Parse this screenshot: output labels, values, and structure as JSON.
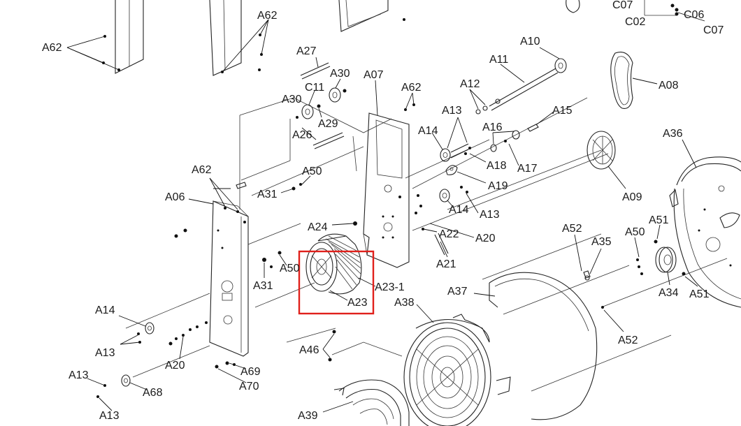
{
  "diagram": {
    "labels": [
      {
        "id": "A62-topleft",
        "text": "A62"
      },
      {
        "id": "A62-top",
        "text": "A62"
      },
      {
        "id": "C07-top",
        "text": "C07"
      },
      {
        "id": "C02",
        "text": "C02"
      },
      {
        "id": "C06",
        "text": "C06"
      },
      {
        "id": "C07-right",
        "text": "C07"
      },
      {
        "id": "A27",
        "text": "A27"
      },
      {
        "id": "A30-right",
        "text": "A30"
      },
      {
        "id": "C11",
        "text": "C11"
      },
      {
        "id": "A30-left",
        "text": "A30"
      },
      {
        "id": "A29",
        "text": "A29"
      },
      {
        "id": "A26",
        "text": "A26"
      },
      {
        "id": "A07",
        "text": "A07"
      },
      {
        "id": "A62-mid",
        "text": "A62"
      },
      {
        "id": "A10",
        "text": "A10"
      },
      {
        "id": "A11",
        "text": "A11"
      },
      {
        "id": "A08",
        "text": "A08"
      },
      {
        "id": "A12",
        "text": "A12"
      },
      {
        "id": "A13-upper",
        "text": "A13"
      },
      {
        "id": "A15",
        "text": "A15"
      },
      {
        "id": "A14-upper",
        "text": "A14"
      },
      {
        "id": "A16",
        "text": "A16"
      },
      {
        "id": "A18",
        "text": "A18"
      },
      {
        "id": "A17",
        "text": "A17"
      },
      {
        "id": "A36",
        "text": "A36"
      },
      {
        "id": "A19",
        "text": "A19"
      },
      {
        "id": "A09",
        "text": "A09"
      },
      {
        "id": "A62-left",
        "text": "A62"
      },
      {
        "id": "A50-upper",
        "text": "A50"
      },
      {
        "id": "A06",
        "text": "A06"
      },
      {
        "id": "A31-upper",
        "text": "A31"
      },
      {
        "id": "A14-mid",
        "text": "A14"
      },
      {
        "id": "A13-mid",
        "text": "A13"
      },
      {
        "id": "A24",
        "text": "A24"
      },
      {
        "id": "A22",
        "text": "A22"
      },
      {
        "id": "A20-mid",
        "text": "A20"
      },
      {
        "id": "A52-upper",
        "text": "A52"
      },
      {
        "id": "A51-upper",
        "text": "A51"
      },
      {
        "id": "A50-right",
        "text": "A50"
      },
      {
        "id": "A35",
        "text": "A35"
      },
      {
        "id": "A21",
        "text": "A21"
      },
      {
        "id": "A50-lower",
        "text": "A50"
      },
      {
        "id": "A31-lower",
        "text": "A31"
      },
      {
        "id": "A23-1",
        "text": "A23-1"
      },
      {
        "id": "A23",
        "text": "A23"
      },
      {
        "id": "A37",
        "text": "A37"
      },
      {
        "id": "A38",
        "text": "A38"
      },
      {
        "id": "A34",
        "text": "A34"
      },
      {
        "id": "A51-lower",
        "text": "A51"
      },
      {
        "id": "A14-lower",
        "text": "A14"
      },
      {
        "id": "A13-left",
        "text": "A13"
      },
      {
        "id": "A52-lower",
        "text": "A52"
      },
      {
        "id": "A46",
        "text": "A46"
      },
      {
        "id": "A20-lower",
        "text": "A20"
      },
      {
        "id": "A69",
        "text": "A69"
      },
      {
        "id": "A70",
        "text": "A70"
      },
      {
        "id": "A13-lower1",
        "text": "A13"
      },
      {
        "id": "A68",
        "text": "A68"
      },
      {
        "id": "A13-lower2",
        "text": "A13"
      },
      {
        "id": "A39",
        "text": "A39"
      }
    ],
    "highlight": {
      "target": "A23",
      "color": "#e0201b"
    },
    "line_color": "#222222",
    "text_color": "#1a1a1a"
  }
}
